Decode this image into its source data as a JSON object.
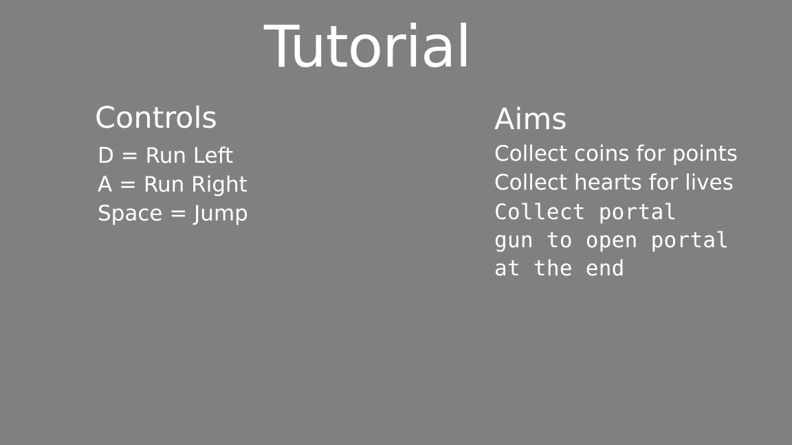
{
  "title": "Tutorial",
  "controls": {
    "heading": "Controls",
    "items": [
      "D = Run Left",
      "A = Run Right",
      "Space = Jump"
    ]
  },
  "aims": {
    "heading": "Aims",
    "items": [
      "Collect coins for points",
      "Collect hearts for lives"
    ],
    "portal_lines": [
      "Collect portal",
      "gun to open portal",
      "at the end"
    ]
  },
  "colors": {
    "background": "#808080",
    "text": "#ffffff"
  }
}
